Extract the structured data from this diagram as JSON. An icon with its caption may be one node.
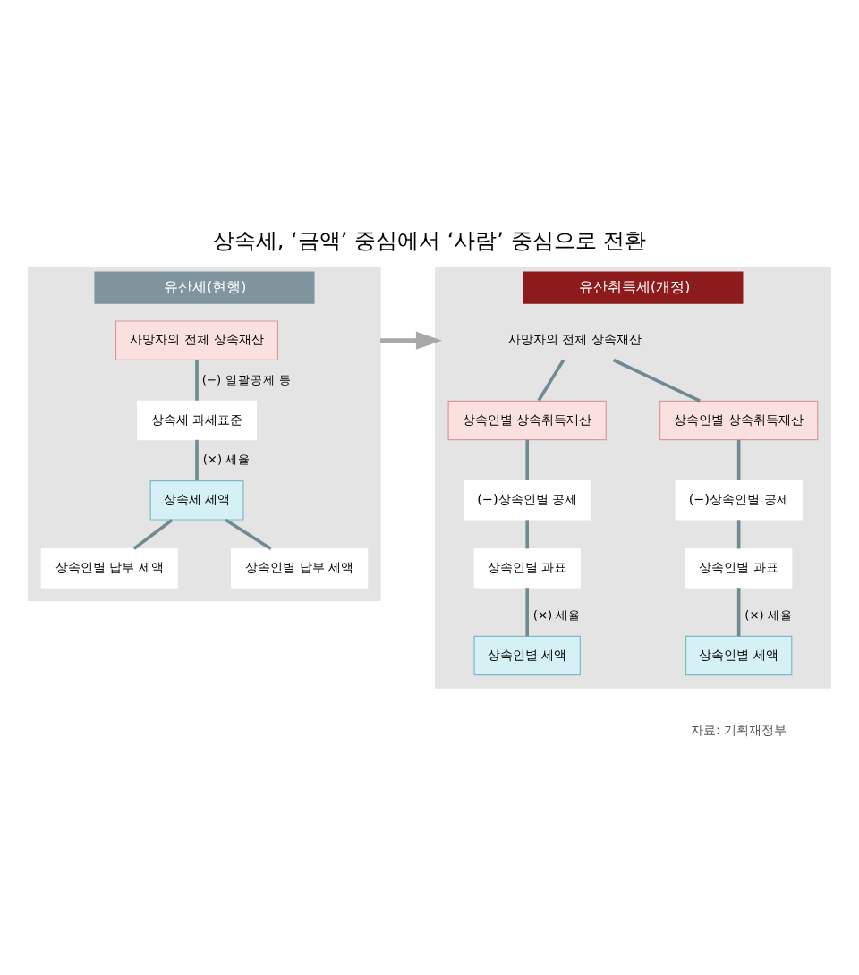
{
  "diagram": {
    "title": "상속세, ‘금액’ 중심에서 ‘사람’ 중심으로 전환",
    "nodes": [
      {
        "text": [
          "유산세(현행)"
        ]
      },
      {
        "text": [
          "사망자의 전체 상속재산"
        ],
        "in": 0
      },
      {
        "text": [
          "상속세 과세표준"
        ],
        "in": 0
      },
      {
        "text": [
          "상속세 세액"
        ],
        "in": 0
      },
      {
        "text": [
          "상속인별 납부 세액"
        ],
        "in": 0
      },
      {
        "text": [
          "상속인별 납부 세액"
        ],
        "in": 0
      },
      {
        "text": [
          "유산취득세(개정)"
        ]
      },
      {
        "text": [
          "사망자의 전체 상속재산"
        ],
        "in": 6
      },
      {
        "text": [
          "상속인별 상속취득재산"
        ],
        "in": 6
      },
      {
        "text": [
          "상속인별 상속취득재산"
        ],
        "in": 6
      },
      {
        "text": [
          "(−)상속인별 공제"
        ],
        "in": 6
      },
      {
        "text": [
          "(−)상속인별 공제"
        ],
        "in": 6
      },
      {
        "text": [
          "상속인별 과표"
        ],
        "in": 6
      },
      {
        "text": [
          "상속인별 과표"
        ],
        "in": 6
      },
      {
        "text": [
          "상속인별 세액"
        ],
        "in": 6
      },
      {
        "text": [
          "상속인별 세액"
        ],
        "in": 6
      }
    ],
    "edges": [
      {
        "from": 0,
        "to": 6,
        "arrow": "to"
      },
      {
        "from": 1,
        "to": 2,
        "arrow": "none",
        "label": "(−) 일괄공제 등"
      },
      {
        "from": 2,
        "to": 3,
        "arrow": "none",
        "label": "(×) 세율"
      },
      {
        "from": 3,
        "to": 4,
        "arrow": "none"
      },
      {
        "from": 3,
        "to": 5,
        "arrow": "none"
      },
      {
        "from": 7,
        "to": 8,
        "arrow": "none"
      },
      {
        "from": 7,
        "to": 9,
        "arrow": "none"
      },
      {
        "from": 8,
        "to": 10,
        "arrow": "none"
      },
      {
        "from": 10,
        "to": 12,
        "arrow": "none"
      },
      {
        "from": 12,
        "to": 14,
        "arrow": "none",
        "label": "(×) 세율"
      },
      {
        "from": 9,
        "to": 11,
        "arrow": "none"
      },
      {
        "from": 11,
        "to": 13,
        "arrow": "none"
      },
      {
        "from": 13,
        "to": 15,
        "arrow": "none",
        "label": "(×) 세율"
      }
    ],
    "labels": [
      "자료: 기획재정부"
    ]
  }
}
